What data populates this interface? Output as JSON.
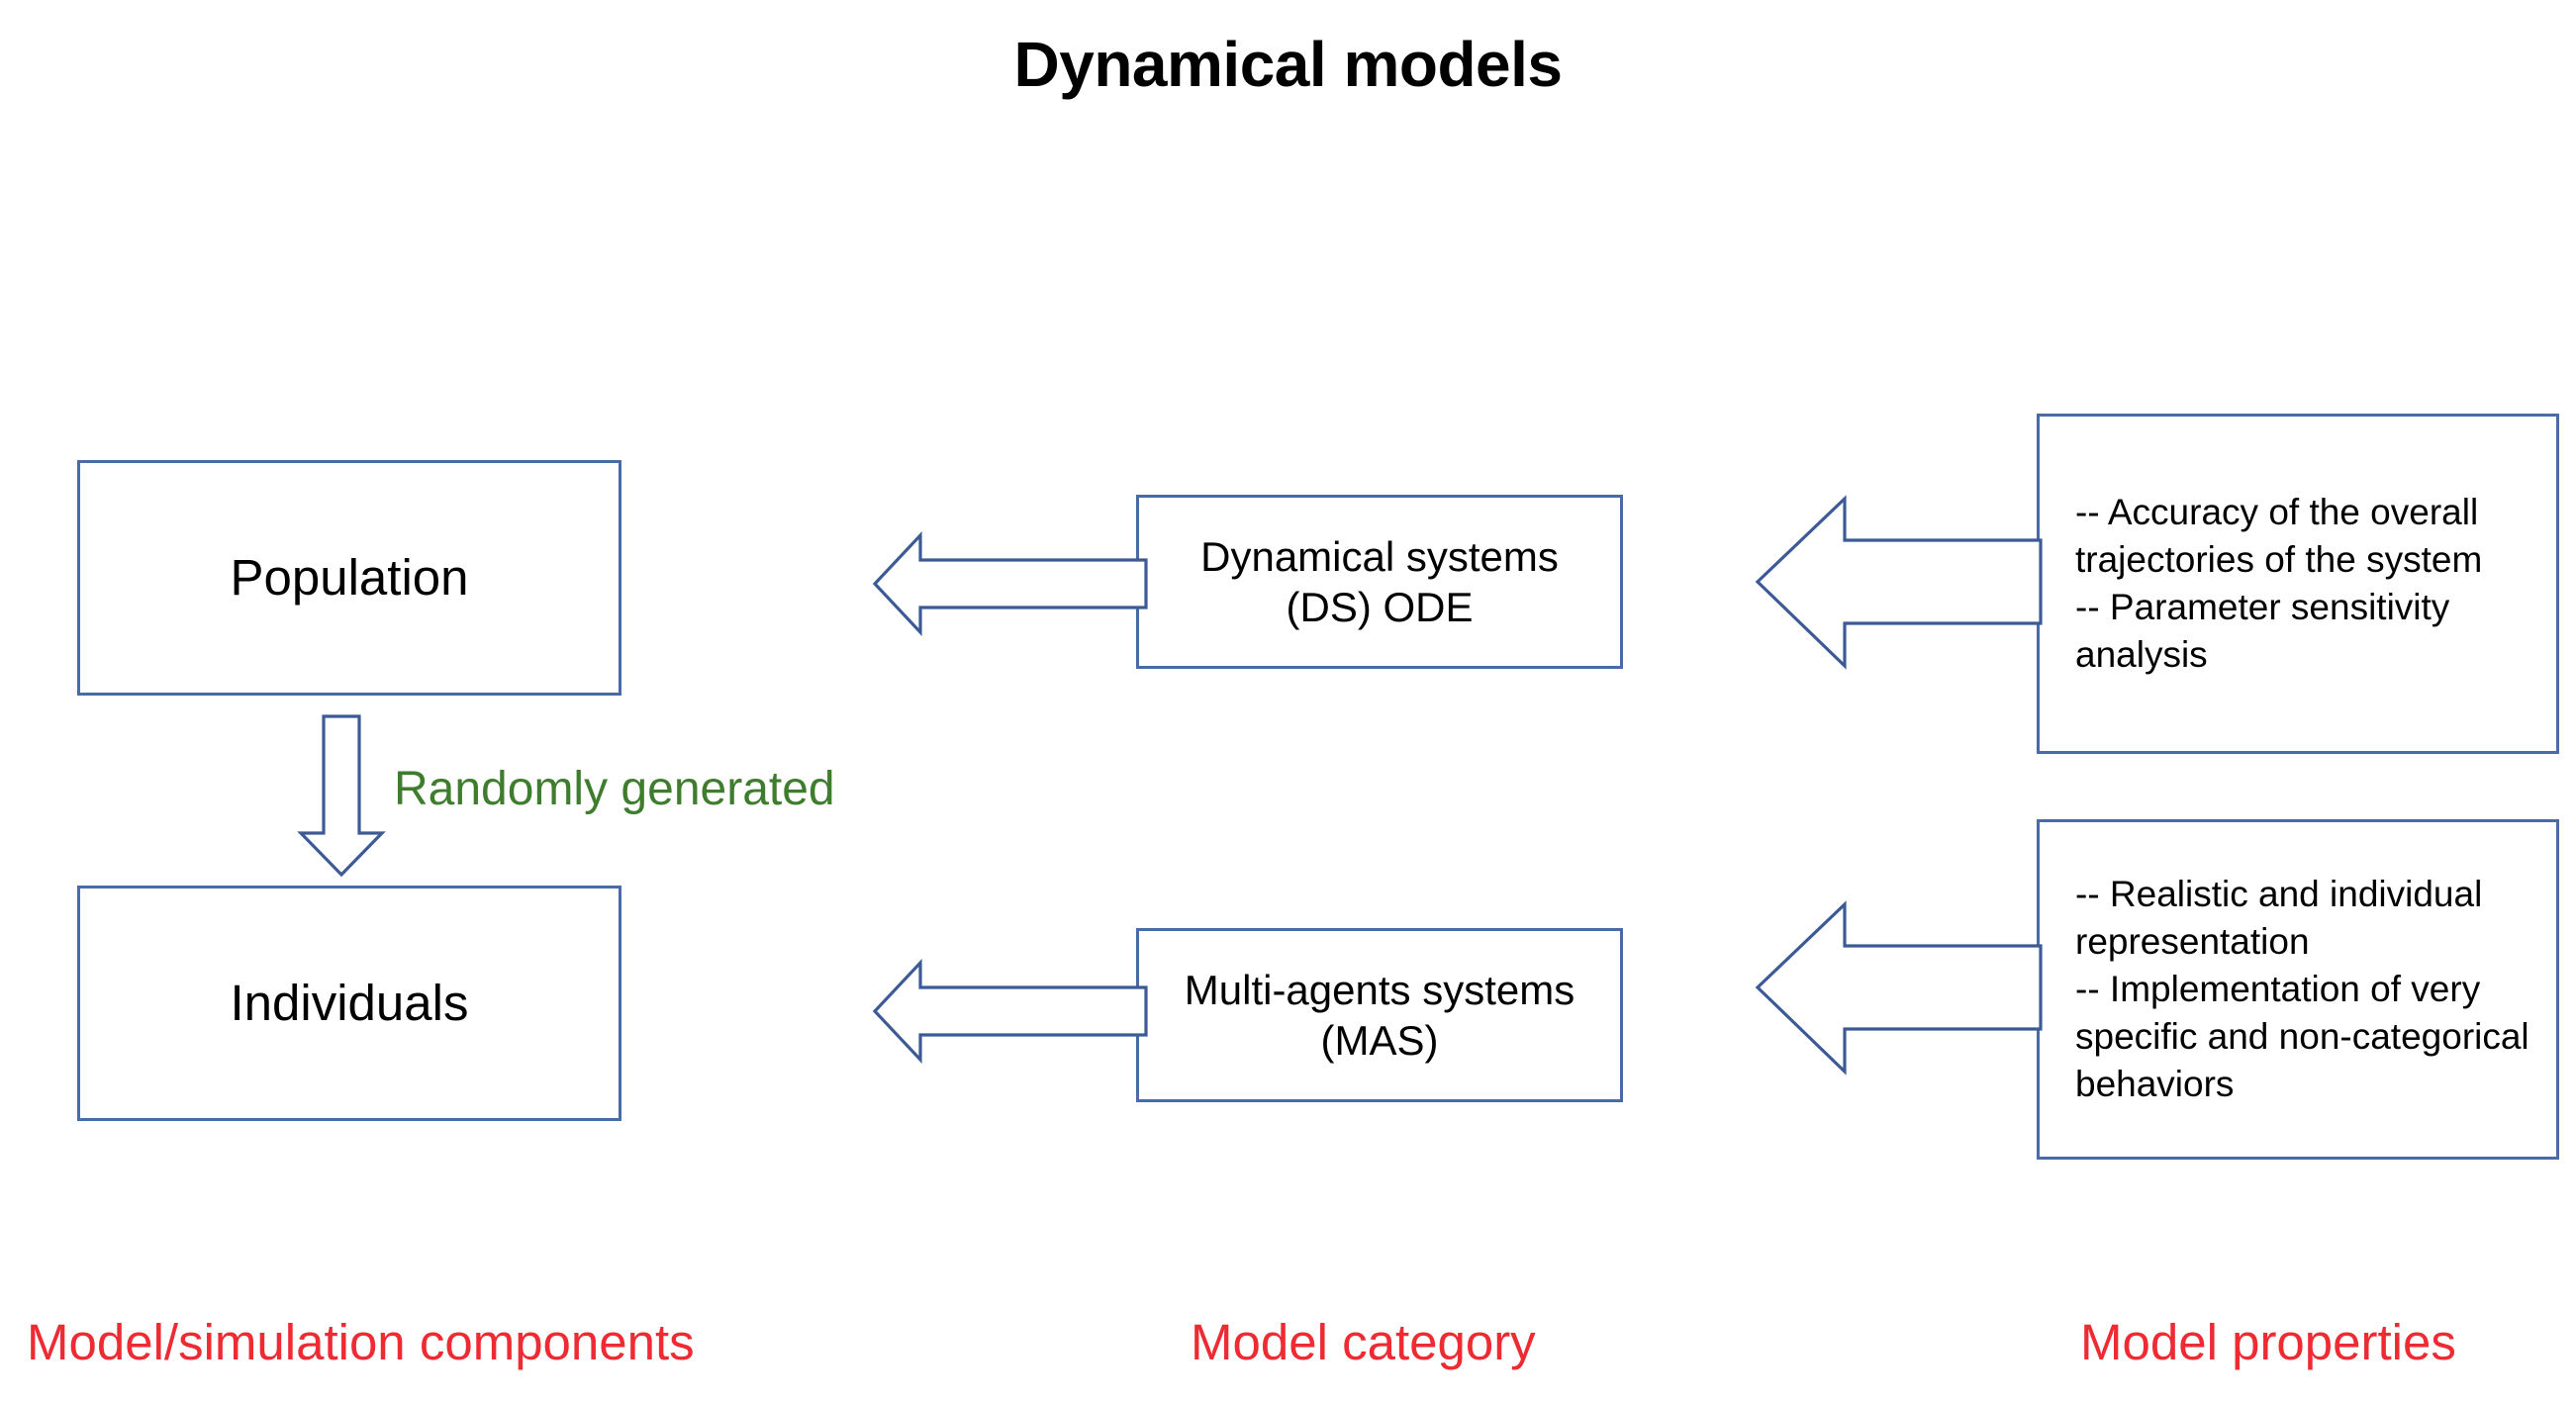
{
  "title": "Dynamical models",
  "components": {
    "population": "Population",
    "individuals": "Individuals"
  },
  "annotations": {
    "randomly_generated": "Randomly generated"
  },
  "categories": {
    "ds": "Dynamical systems\n(DS) ODE",
    "mas": "Multi-agents systems\n(MAS)"
  },
  "properties": {
    "ds": "-- Accuracy of the overall trajectories of the system\n-- Parameter sensitivity analysis",
    "mas": "-- Realistic and individual representation\n-- Implementation of very specific and non-categorical behaviors"
  },
  "captions": {
    "components": "Model/simulation components",
    "category": "Model category",
    "properties": "Model properties"
  },
  "colors": {
    "box_border": "#4a6aa8",
    "arrow_stroke": "#3c5a96",
    "caption_red": "#ee2b33",
    "annotation_green": "#3f7d2e",
    "title_black": "#000000",
    "background": "#ffffff"
  }
}
